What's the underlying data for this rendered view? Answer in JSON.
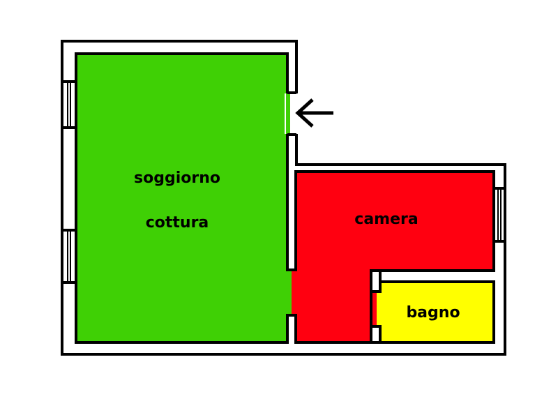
{
  "colors": {
    "living": "#3fd005",
    "bedroom": "#ff0010",
    "bathroom": "#ffff00",
    "wall": "#000000",
    "background": "#ffffff"
  },
  "rooms": {
    "living": {
      "label_line1": "soggiorno",
      "label_line2": "cottura"
    },
    "bedroom": {
      "label": "camera"
    },
    "bathroom": {
      "label": "bagno"
    }
  },
  "entrance": {
    "icon": "left-arrow-icon"
  }
}
